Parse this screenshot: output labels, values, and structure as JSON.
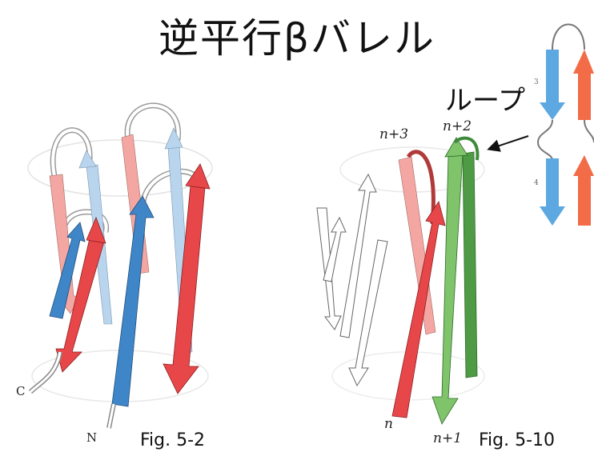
{
  "title": "逆平行βバレル",
  "loop_label": "ループ",
  "left_figure": {
    "caption": "Fig. 5-2",
    "c_label": "C",
    "n_label": "N"
  },
  "right_figure": {
    "caption": "Fig. 5-10",
    "labels": [
      "n+3",
      "n+2",
      "n",
      "n+1"
    ]
  },
  "inset": {
    "labels": [
      "3",
      "4"
    ]
  },
  "colors": {
    "red": "#e8474a",
    "light_red": "#f4a7a2",
    "blue": "#3f86c9",
    "light_blue": "#b9d5ee",
    "green": "#7fc36b",
    "dark_green": "#3d8a3a",
    "orange": "#f26c47",
    "inset_blue": "#5da8e0"
  }
}
